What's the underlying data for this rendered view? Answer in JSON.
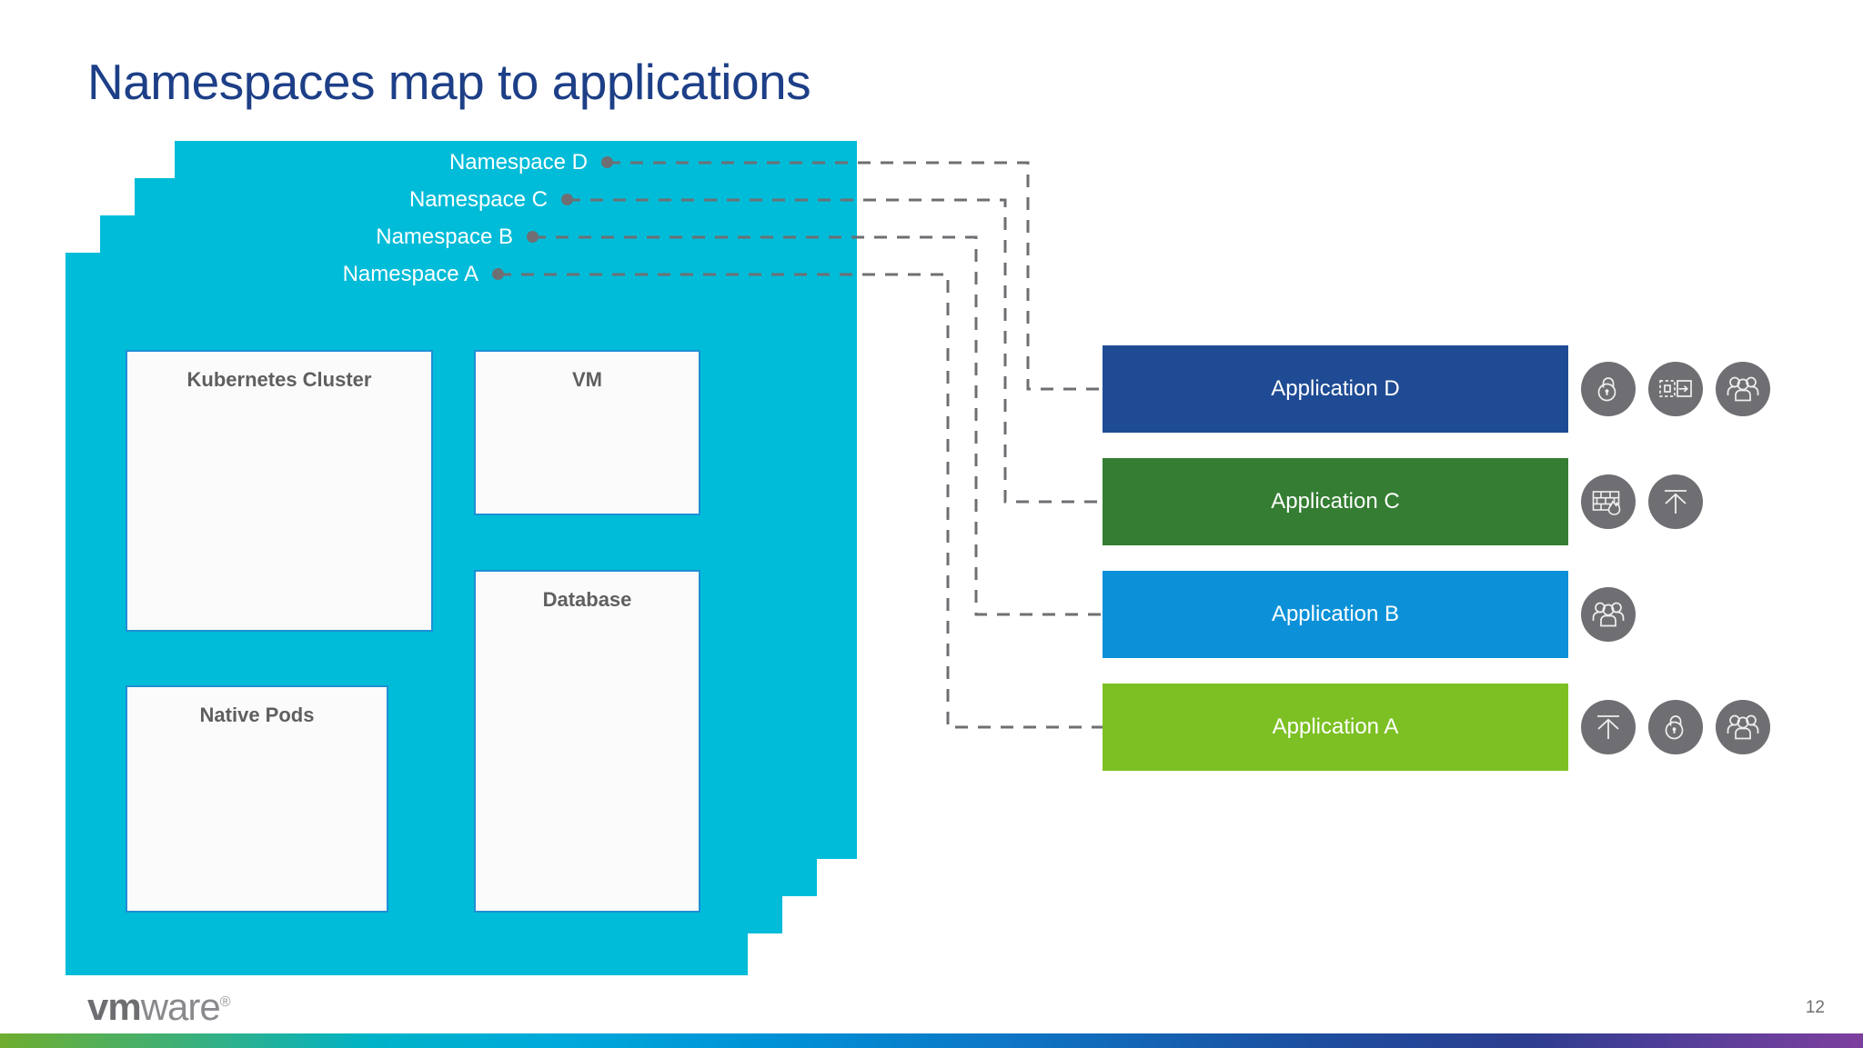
{
  "slide": {
    "title": "Namespaces map to applications",
    "page_number": "12",
    "brand": {
      "vm": "vm",
      "ware": "ware",
      "registered": "®"
    },
    "colors": {
      "title": "#1d3f87",
      "namespace_fill": "#00bcd8",
      "inner_box_border": "#1e8fd5",
      "inner_box_fill": "#fbfbfb",
      "inner_label": "#5f5f5f",
      "connector": "#6f6f73",
      "icon_circle": "#6f6f73"
    }
  },
  "namespaces": [
    {
      "label": "Namespace D",
      "id": "namespace-d"
    },
    {
      "label": "Namespace C",
      "id": "namespace-c"
    },
    {
      "label": "Namespace B",
      "id": "namespace-b"
    },
    {
      "label": "Namespace A",
      "id": "namespace-a"
    }
  ],
  "inner_boxes": [
    {
      "label": "Kubernetes Cluster",
      "id": "kubernetes-cluster"
    },
    {
      "label": "VM",
      "id": "vm"
    },
    {
      "label": "Database",
      "id": "database"
    },
    {
      "label": "Native Pods",
      "id": "native-pods"
    }
  ],
  "applications": [
    {
      "label": "Application D",
      "color": "#1f4b94",
      "icons": [
        "lock-icon",
        "migration-icon",
        "users-icon"
      ]
    },
    {
      "label": "Application C",
      "color": "#357d33",
      "icons": [
        "firewall-icon",
        "uplift-arrow-icon"
      ]
    },
    {
      "label": "Application B",
      "color": "#0c91d8",
      "icons": [
        "users-icon"
      ]
    },
    {
      "label": "Application A",
      "color": "#7dc024",
      "icons": [
        "uplift-arrow-icon",
        "lock-icon",
        "users-icon"
      ]
    }
  ]
}
